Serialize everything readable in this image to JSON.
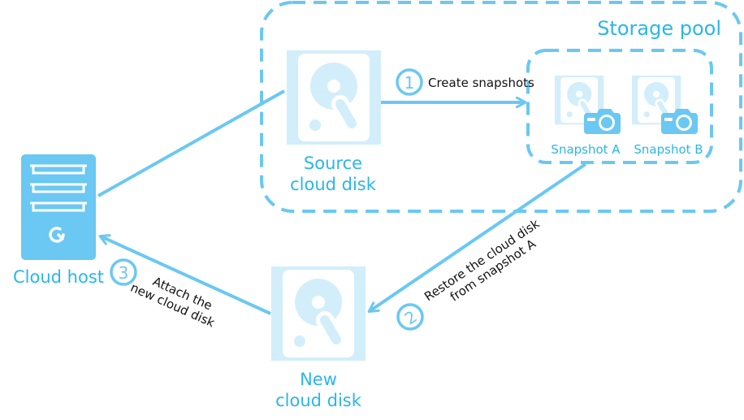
{
  "diagram": {
    "title": "Storage pool",
    "colors": {
      "accent": "#6ac8f2",
      "label": "#29b6ec",
      "disk_bg": "#d3eefb",
      "text": "#111111"
    },
    "nodes": {
      "source_disk": {
        "label_line1": "Source",
        "label_line2": "cloud disk",
        "icon": "hard-disk-icon"
      },
      "snapshot_a": {
        "label": "Snapshot A",
        "icon": "camera-icon"
      },
      "snapshot_b": {
        "label": "Snapshot B",
        "icon": "camera-icon"
      },
      "cloud_host": {
        "label": "Cloud host",
        "icon": "server-icon"
      },
      "new_disk": {
        "label_line1": "New",
        "label_line2": "cloud disk",
        "icon": "hard-disk-icon"
      }
    },
    "steps": [
      {
        "number": "1",
        "line1": "Create snapshots"
      },
      {
        "number": "2",
        "line1": "Restore the cloud disk",
        "line2": "from snapshot A"
      },
      {
        "number": "3",
        "line1": "Attach the",
        "line2": "new cloud disk"
      }
    ]
  }
}
